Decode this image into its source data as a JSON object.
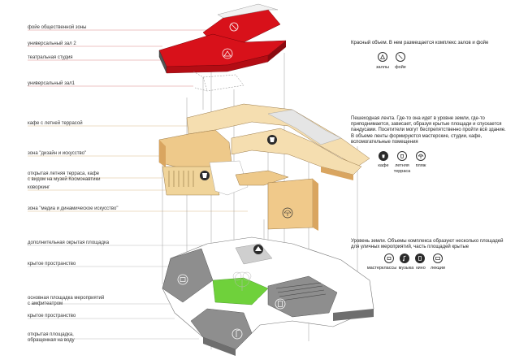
{
  "left_labels": {
    "l1": "фойе общественной зоны",
    "l2": "универсальный зал 2",
    "l3": "театральная студия",
    "l4": "универсальный зал1",
    "l5": "кафе с летней террасой",
    "l6": "зона \"дизайн и искусство\"",
    "l7": "открытая летняя терраса, кафе\nс видом на музей Космонавтики",
    "l8": "коворкинг",
    "l9": "зона \"медиа и динамическое искусство\"",
    "l10": "дополнительная окрытая площадка",
    "l11": "крытое пространство",
    "l12": "основная площадка мероприятий\nс амфитеатром",
    "l13": "крытое пространство",
    "l14": "открытая площадка,\nобращенная на воду"
  },
  "legend_red": {
    "text": "Красный объем. В нем размещается комплекс залов и фойе",
    "icons": [
      {
        "icon": "hall-icon",
        "label": "заллы"
      },
      {
        "icon": "foyer-icon",
        "label": "фойе"
      }
    ]
  },
  "legend_yellow": {
    "text": "Пешеходная лента.  Где-то она идет в уровне земли, где-то\nприподнимается, зависает, образуя крытые площади и спускается\nпандусами. Посетители могут беспрепятственно пройти всё здание.\nВ объеме ленты формируются мастерские, студии, кафе,\nвспомогательные помещения",
    "icons": [
      {
        "icon": "cafe-icon",
        "label": "кафе"
      },
      {
        "icon": "terrace-icon",
        "label": "летняя\nтерраса"
      },
      {
        "icon": "beach-icon",
        "label": "пляж"
      }
    ]
  },
  "legend_ground": {
    "text": "Уровень земли. Объемы комплекса образуют несколько площадей\nдля уличных мероприятий, часть площадей крытые",
    "icons": [
      {
        "icon": "workshop-icon",
        "label": "мастерклассы"
      },
      {
        "icon": "music-icon",
        "label": "музыка"
      },
      {
        "icon": "cinema-icon",
        "label": "кино"
      },
      {
        "icon": "lecture-icon",
        "label": "лекции"
      }
    ]
  },
  "colors": {
    "red_top": "#d8111a",
    "red_side": "#b30d14",
    "yellow_light": "#f5deb0",
    "yellow_mid": "#eec98a",
    "yellow_dark": "#d9a560",
    "grey": "#8e8e8e",
    "grey_dark": "#6e6e6e",
    "green": "#6fd13b"
  }
}
